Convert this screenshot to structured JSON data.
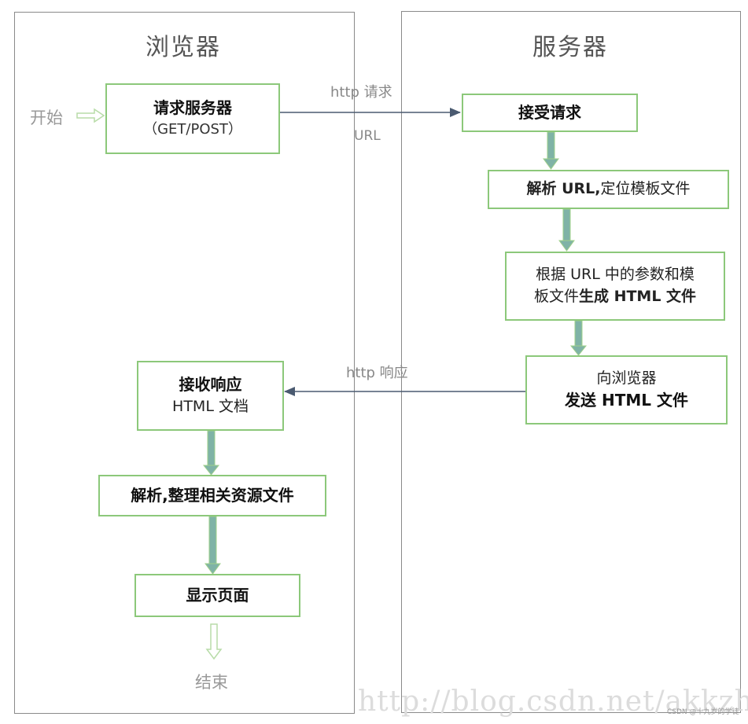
{
  "browser_panel": {
    "title": "浏览器"
  },
  "server_panel": {
    "title": "服务器"
  },
  "start_label": "开始",
  "end_label": "结束",
  "browser_boxes": {
    "request": {
      "line1": "请求服务器",
      "line2": "（GET/POST）"
    },
    "receive": {
      "line1": "接收响应",
      "line2": "HTML 文档"
    },
    "parse": {
      "line1": "解析,整理相关资源文件"
    },
    "display": {
      "line1": "显示页面"
    }
  },
  "server_boxes": {
    "accept": {
      "line1": "接受请求"
    },
    "parse_url": {
      "bold": "解析 URL,",
      "normal": "定位模板文件"
    },
    "generate": {
      "line1": "根据 URL 中的参数和模",
      "line2_normal": "板文件",
      "line2_bold": "生成 HTML 文件"
    },
    "send": {
      "line1": "向浏览器",
      "line2": "发送 HTML 文件"
    }
  },
  "arrows": {
    "request_label": "http 请求",
    "url_label": "URL",
    "response_label": "http 响应"
  },
  "watermark": "http://blog.csdn.net/akkzhjj",
  "csdn_credit": "CSDN @十九岁的学徒",
  "colors": {
    "box_border": "#8cc87a",
    "flow_arrow": "#7fb3a6",
    "line_arrow": "#4a5a70"
  }
}
